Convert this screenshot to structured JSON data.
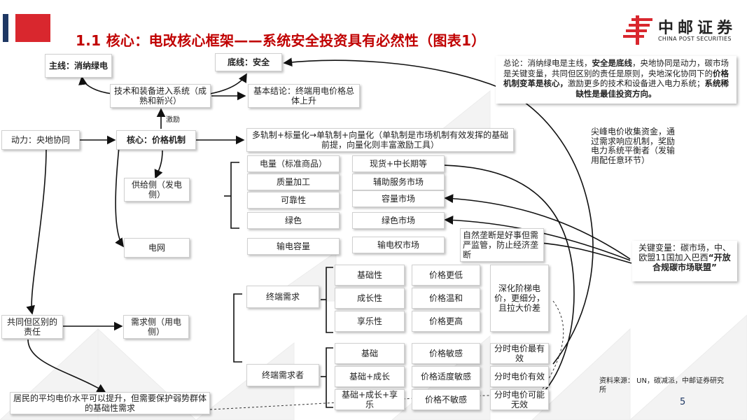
{
  "header": {
    "title": "1.1 核心：电改核心框架——系统安全投资具有必然性（图表1）",
    "logo_cn": "中邮证券",
    "logo_en": "CHINA POST SECURITIES"
  },
  "nodes": {
    "mainline": "主线：消纳绿电",
    "bottomline": "底线：安全",
    "tech": "技术和装备进入系统（成熟和新兴）",
    "basic_conclusion": "基本结论：终端用电价格总体上升",
    "incentive": "激励",
    "driver": "动力：央地协同",
    "core": "核心：价格机制",
    "multi_track": "多轨制+标量化→单轨制+向量化（单轨制是市场机制有效发挥的基础前提，向量化则丰富激励工具）",
    "supply": "供给侧（发电侧）",
    "grid": "电网",
    "energy": "电量（标准商品）",
    "quality": "质量加工",
    "reliable": "可靠性",
    "green": "绿色",
    "transmission_cap": "输电容量",
    "spot": "现货+中长期等",
    "ancillary": "辅助服务市场",
    "capacity_mkt": "容量市场",
    "green_mkt": "绿色市场",
    "tx_rights": "输电权市场",
    "monopoly": "自然垄断是好事但需严监管，防止经济垄断",
    "common_diff": "共同但区别的责任",
    "demand": "需求侧（用电侧）",
    "end_demand": "终端需求",
    "end_user": "终端需求者",
    "basic_prop": "基础性",
    "growth_prop": "成长性",
    "enjoy_prop": "享乐性",
    "price_higher": "价格更低",
    "price_mild": "价格温和",
    "price_high": "价格更高",
    "deepen_tier": "深化阶梯电价，更细分，且拉大价差",
    "basic": "基础",
    "basic_growth": "基础+成长",
    "basic_growth_enjoy": "基础+成长+享乐",
    "price_sensitive": "价格敏感",
    "price_moderate": "价格适度敏感",
    "price_insensitive": "价格不敏感",
    "tou_best": "分时电价最有效",
    "tou_some": "分时电价有效",
    "tou_maybe": "分时电价可能无效",
    "resident": "居民的平均电价水平可以提升，但需要保护弱势群体的基础性需求"
  },
  "summary": {
    "p1": "总论：消纳绿电是主线，",
    "b1": "安全是底线",
    "p2": "，央地协同是动力，碳市场是关键变量，共同但区别的责任是原则，央地深化协同下的",
    "b2": "价格机制变革是核心，",
    "p3": "激励更多的技术和设备进入电力系统；",
    "b3": "系统稀缺性是最佳投资方向。"
  },
  "peak_note": "尖峰电价收集资金，通过需求响应机制，奖励电力系统平衡者（发输用配任意环节）",
  "key_var": {
    "p1": "关键变量：碳市场，中、欧盟11国加入巴西",
    "b1": "“开放合规碳市场联盟”"
  },
  "source": "资料来源： UN，碳减派，中邮证券研究所",
  "page_number": "5",
  "colors": {
    "title": "#c00000",
    "accent_red": "#d9272e",
    "accent_blue": "#1f3864",
    "logo_red": "#d9272e"
  }
}
